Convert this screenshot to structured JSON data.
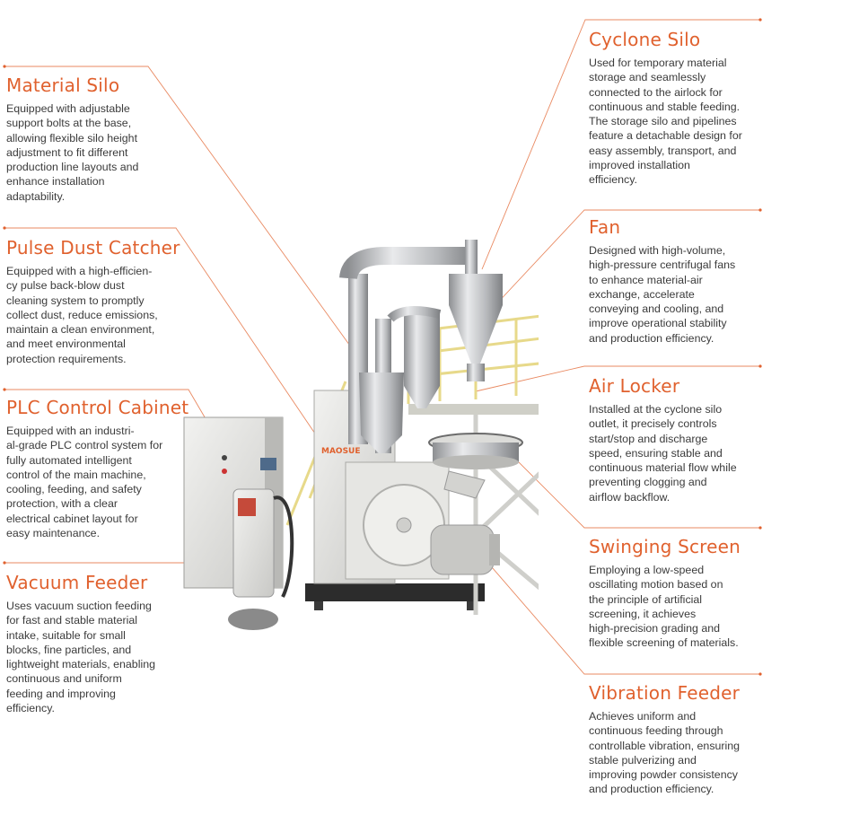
{
  "callouts": {
    "cyclone_silo": {
      "title": "Cyclone Silo",
      "lines": [
        "Used for temporary material",
        "storage and seamlessly",
        "connected to the airlock for",
        "continuous and stable feeding.",
        "The storage silo and pipelines",
        "feature a detachable design for",
        "easy assembly, transport, and",
        "improved installation",
        "efficiency."
      ]
    },
    "material_silo": {
      "title": "Material Silo",
      "lines": [
        "Equipped with adjustable",
        "support bolts at the base,",
        "allowing flexible silo height",
        "adjustment to fit different",
        "production line layouts and",
        "enhance installation",
        "adaptability."
      ]
    },
    "fan": {
      "title": "Fan",
      "lines": [
        "Designed with high-volume,",
        "high-pressure centrifugal fans",
        "to enhance material-air",
        "exchange, accelerate",
        "conveying and cooling, and",
        "improve operational stability",
        "and production efficiency."
      ]
    },
    "pulse_dust_catcher": {
      "title": "Pulse Dust Catcher",
      "lines": [
        "Equipped with a high-efficien-",
        "cy pulse back-blow dust",
        "cleaning system to promptly",
        "collect dust, reduce emissions,",
        "maintain a clean environment,",
        "and meet environmental",
        "protection requirements."
      ]
    },
    "air_locker": {
      "title": "Air Locker",
      "lines": [
        "Installed at the cyclone silo",
        "outlet, it precisely controls",
        "start/stop and discharge",
        "speed, ensuring stable and",
        "continuous material flow while",
        "preventing clogging and",
        "airflow backflow."
      ]
    },
    "plc_control_cabinet": {
      "title": "PLC Control Cabinet",
      "lines": [
        "Equipped with an industri-",
        "al-grade PLC control system for",
        "fully automated intelligent",
        "control of the main machine,",
        "cooling, feeding, and safety",
        "protection, with a clear",
        "electrical cabinet layout for",
        "easy maintenance."
      ]
    },
    "swinging_screen": {
      "title": "Swinging Screen",
      "lines": [
        "Employing a low-speed",
        "oscillating motion based on",
        "the principle of artificial",
        "screening, it achieves",
        "high-precision grading and",
        "flexible screening of materials."
      ]
    },
    "vacuum_feeder": {
      "title": "Vacuum Feeder",
      "lines": [
        "Uses vacuum suction feeding",
        "for fast and stable material",
        "intake, suitable for small",
        "blocks, fine particles, and",
        "lightweight materials, enabling",
        "continuous and uniform",
        "feeding and improving",
        "efficiency."
      ]
    },
    "vibration_feeder": {
      "title": "Vibration Feeder",
      "lines": [
        "Achieves uniform and",
        "continuous feeding through",
        "controllable vibration, ensuring",
        "stable pulverizing and",
        "improving powder consistency",
        "and production efficiency."
      ]
    }
  },
  "machine": {
    "brand": "MAOSUE"
  },
  "colors": {
    "accent": "#e0612e",
    "body_text": "#3b3b3b",
    "leader_line": "#e87a4f"
  }
}
